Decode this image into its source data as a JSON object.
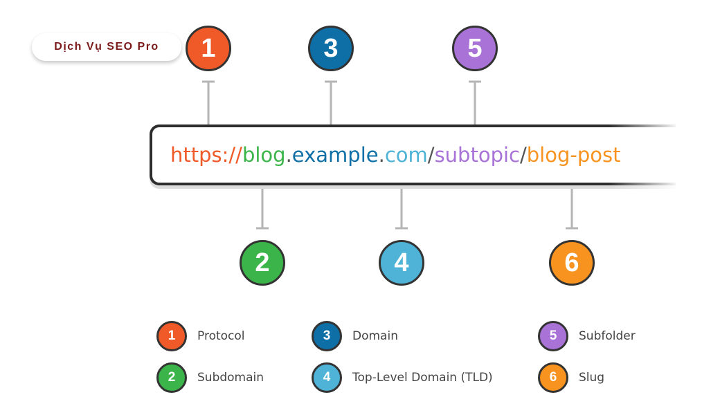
{
  "brand": {
    "label": "Dịch Vụ SEO Pro"
  },
  "colors": {
    "protocol": "#f05a28",
    "subdomain": "#3bb54a",
    "domain": "#0d6fa6",
    "tld": "#4eb3d6",
    "subfolder": "#a872d6",
    "slug": "#f7931e",
    "separator": "#555555"
  },
  "url_parts": {
    "protocol": "https://",
    "subdomain": "blog",
    "dot1": ".",
    "domain": "example",
    "dot2": ".",
    "tld": "com",
    "slash1": "/",
    "subfolder": "subtopic",
    "slash2": "/",
    "slug": "blog-post"
  },
  "markers": [
    {
      "number": "1",
      "color": "#f05a28"
    },
    {
      "number": "2",
      "color": "#3bb54a"
    },
    {
      "number": "3",
      "color": "#0d6fa6"
    },
    {
      "number": "4",
      "color": "#4eb3d6"
    },
    {
      "number": "5",
      "color": "#a872d6"
    },
    {
      "number": "6",
      "color": "#f7931e"
    }
  ],
  "legend": [
    {
      "number": "1",
      "label": "Protocol"
    },
    {
      "number": "2",
      "label": "Subdomain"
    },
    {
      "number": "3",
      "label": "Domain"
    },
    {
      "number": "4",
      "label": "Top-Level Domain (TLD)"
    },
    {
      "number": "5",
      "label": "Subfolder"
    },
    {
      "number": "6",
      "label": "Slug"
    }
  ]
}
